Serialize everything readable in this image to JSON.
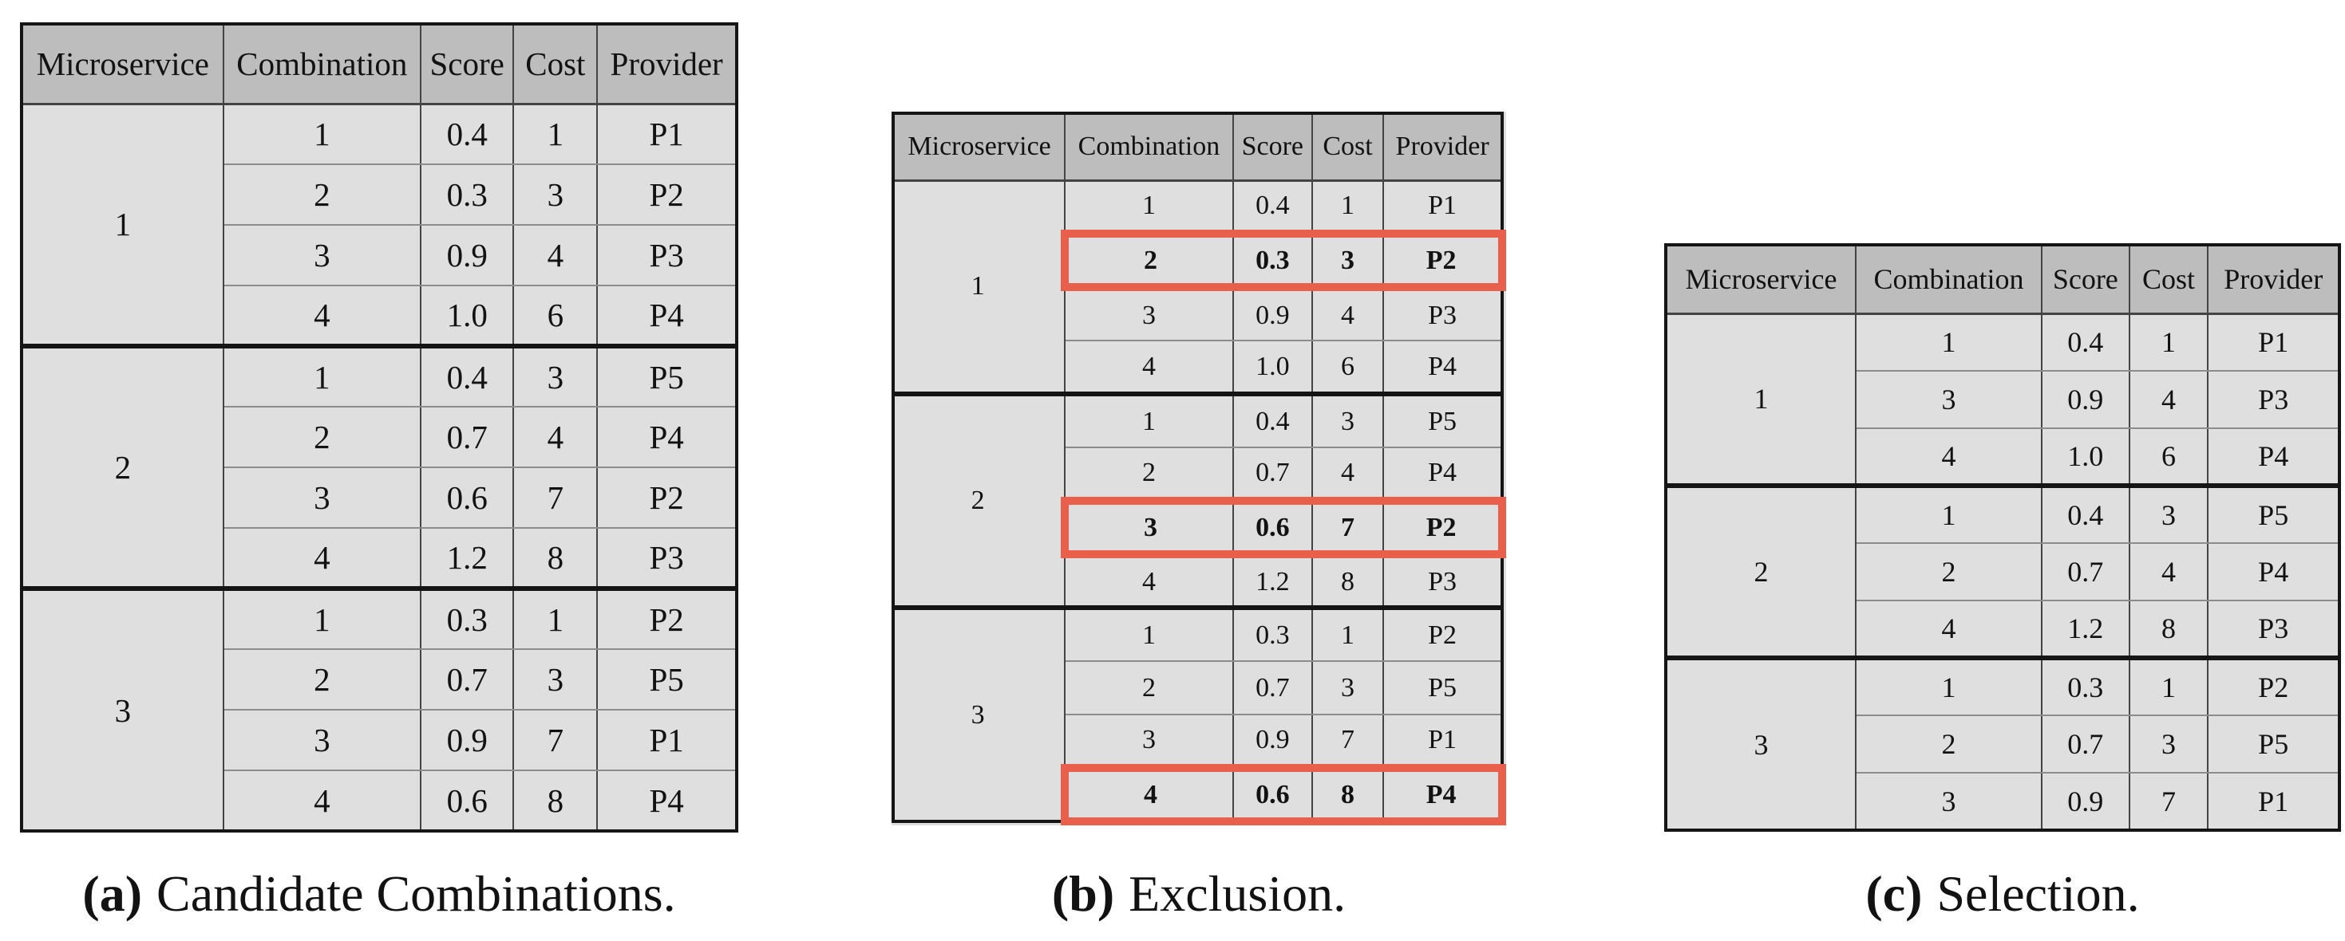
{
  "colors": {
    "header_bg": "#bdbdbd",
    "cell_bg": "#dfdfdf",
    "highlight": "#e8604b",
    "border_outer": "#151515",
    "col_line": "#444444",
    "row_line": "#8c8c8c",
    "text": "#121212",
    "page_bg": "#ffffff"
  },
  "columns": [
    "Microservice",
    "Combination",
    "Score",
    "Cost",
    "Provider"
  ],
  "tables": [
    {
      "id": "a",
      "caption": {
        "label": "(a)",
        "text": "Candidate Combinations."
      },
      "groups": [
        {
          "microservice": "1",
          "rows": [
            {
              "combination": "1",
              "score": "0.4",
              "cost": "1",
              "provider": "P1",
              "highlight": false
            },
            {
              "combination": "2",
              "score": "0.3",
              "cost": "3",
              "provider": "P2",
              "highlight": false
            },
            {
              "combination": "3",
              "score": "0.9",
              "cost": "4",
              "provider": "P3",
              "highlight": false
            },
            {
              "combination": "4",
              "score": "1.0",
              "cost": "6",
              "provider": "P4",
              "highlight": false
            }
          ]
        },
        {
          "microservice": "2",
          "rows": [
            {
              "combination": "1",
              "score": "0.4",
              "cost": "3",
              "provider": "P5",
              "highlight": false
            },
            {
              "combination": "2",
              "score": "0.7",
              "cost": "4",
              "provider": "P4",
              "highlight": false
            },
            {
              "combination": "3",
              "score": "0.6",
              "cost": "7",
              "provider": "P2",
              "highlight": false
            },
            {
              "combination": "4",
              "score": "1.2",
              "cost": "8",
              "provider": "P3",
              "highlight": false
            }
          ]
        },
        {
          "microservice": "3",
          "rows": [
            {
              "combination": "1",
              "score": "0.3",
              "cost": "1",
              "provider": "P2",
              "highlight": false
            },
            {
              "combination": "2",
              "score": "0.7",
              "cost": "3",
              "provider": "P5",
              "highlight": false
            },
            {
              "combination": "3",
              "score": "0.9",
              "cost": "7",
              "provider": "P1",
              "highlight": false
            },
            {
              "combination": "4",
              "score": "0.6",
              "cost": "8",
              "provider": "P4",
              "highlight": false
            }
          ]
        }
      ]
    },
    {
      "id": "b",
      "caption": {
        "label": "(b)",
        "text": "Exclusion."
      },
      "groups": [
        {
          "microservice": "1",
          "rows": [
            {
              "combination": "1",
              "score": "0.4",
              "cost": "1",
              "provider": "P1",
              "highlight": false
            },
            {
              "combination": "2",
              "score": "0.3",
              "cost": "3",
              "provider": "P2",
              "highlight": true
            },
            {
              "combination": "3",
              "score": "0.9",
              "cost": "4",
              "provider": "P3",
              "highlight": false
            },
            {
              "combination": "4",
              "score": "1.0",
              "cost": "6",
              "provider": "P4",
              "highlight": false
            }
          ]
        },
        {
          "microservice": "2",
          "rows": [
            {
              "combination": "1",
              "score": "0.4",
              "cost": "3",
              "provider": "P5",
              "highlight": false
            },
            {
              "combination": "2",
              "score": "0.7",
              "cost": "4",
              "provider": "P4",
              "highlight": false
            },
            {
              "combination": "3",
              "score": "0.6",
              "cost": "7",
              "provider": "P2",
              "highlight": true
            },
            {
              "combination": "4",
              "score": "1.2",
              "cost": "8",
              "provider": "P3",
              "highlight": false
            }
          ]
        },
        {
          "microservice": "3",
          "rows": [
            {
              "combination": "1",
              "score": "0.3",
              "cost": "1",
              "provider": "P2",
              "highlight": false
            },
            {
              "combination": "2",
              "score": "0.7",
              "cost": "3",
              "provider": "P5",
              "highlight": false
            },
            {
              "combination": "3",
              "score": "0.9",
              "cost": "7",
              "provider": "P1",
              "highlight": false
            },
            {
              "combination": "4",
              "score": "0.6",
              "cost": "8",
              "provider": "P4",
              "highlight": true
            }
          ]
        }
      ]
    },
    {
      "id": "c",
      "caption": {
        "label": "(c)",
        "text": "Selection."
      },
      "groups": [
        {
          "microservice": "1",
          "rows": [
            {
              "combination": "1",
              "score": "0.4",
              "cost": "1",
              "provider": "P1",
              "highlight": false
            },
            {
              "combination": "3",
              "score": "0.9",
              "cost": "4",
              "provider": "P3",
              "highlight": false
            },
            {
              "combination": "4",
              "score": "1.0",
              "cost": "6",
              "provider": "P4",
              "highlight": false
            }
          ]
        },
        {
          "microservice": "2",
          "rows": [
            {
              "combination": "1",
              "score": "0.4",
              "cost": "3",
              "provider": "P5",
              "highlight": false
            },
            {
              "combination": "2",
              "score": "0.7",
              "cost": "4",
              "provider": "P4",
              "highlight": false
            },
            {
              "combination": "4",
              "score": "1.2",
              "cost": "8",
              "provider": "P3",
              "highlight": false
            }
          ]
        },
        {
          "microservice": "3",
          "rows": [
            {
              "combination": "1",
              "score": "0.3",
              "cost": "1",
              "provider": "P2",
              "highlight": false
            },
            {
              "combination": "2",
              "score": "0.7",
              "cost": "3",
              "provider": "P5",
              "highlight": false
            },
            {
              "combination": "3",
              "score": "0.9",
              "cost": "7",
              "provider": "P1",
              "highlight": false
            }
          ]
        }
      ]
    }
  ]
}
